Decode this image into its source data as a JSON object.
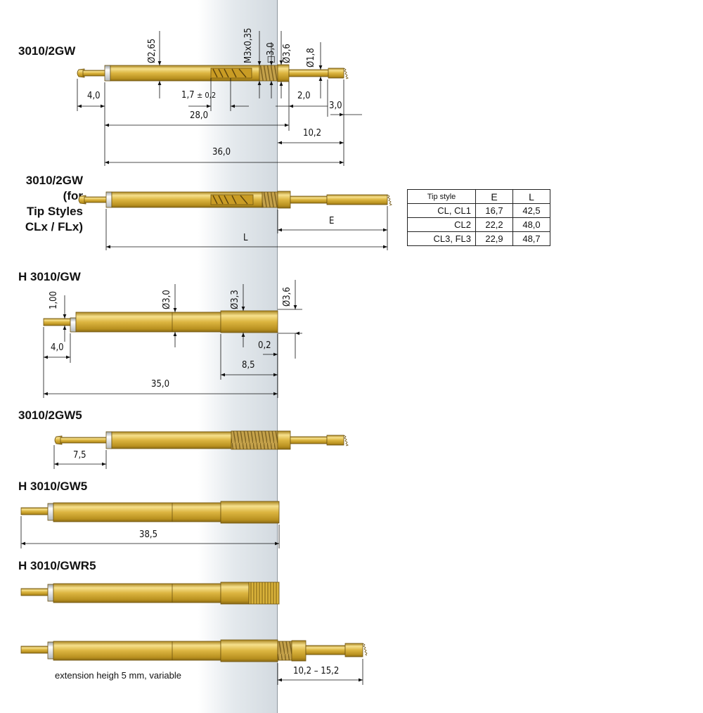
{
  "parts": [
    {
      "label": "3010/2GW"
    },
    {
      "label": "3010/2GW\n(for\n Tip Styles\nCLx / FLx)"
    },
    {
      "label": "H 3010/GW"
    },
    {
      "label": "3010/2GW5"
    },
    {
      "label": "H 3010/GW5"
    },
    {
      "label": "H 3010/GWR5"
    }
  ],
  "dims": {
    "d265": "Ø2,65",
    "m3": "M3x0,35",
    "sq30": "□3,0",
    "d36a": "Ø3,6",
    "d18": "Ø1,8",
    "l40a": "4,0",
    "l17": "1,7",
    "tol02": "± 0,2",
    "l20": "2,0",
    "l30": "3,0",
    "l280": "28,0",
    "l102": "10,2",
    "l360": "36,0",
    "E": "E",
    "L": "L",
    "v100": "1,00",
    "d30": "Ø3,0",
    "d33": "Ø3,3",
    "d36b": "Ø3,6",
    "l40b": "4,0",
    "l02": "0,2",
    "l85": "8,5",
    "l350": "35,0",
    "l75": "7,5",
    "l385": "38,5",
    "l102_152": "10,2  –  15,2"
  },
  "table": {
    "headers": [
      "Tip style",
      "E",
      "L"
    ],
    "rows": [
      [
        "CL, CL1",
        "16,7",
        "42,5"
      ],
      [
        "CL2",
        "22,2",
        "48,0"
      ],
      [
        "CL3, FL3",
        "22,9",
        "48,7"
      ]
    ]
  },
  "note": "extension heigh 5 mm, variable",
  "colors": {
    "gold": "#d9b23a",
    "gold_light": "#f3dc82",
    "gold_dark": "#a07c1e",
    "plate": "#d6dde3",
    "ink": "#111111"
  }
}
